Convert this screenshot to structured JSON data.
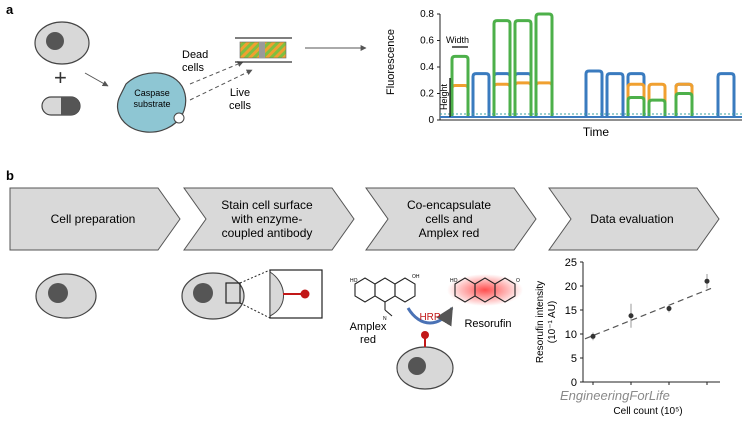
{
  "panel_a": {
    "label": "a",
    "dead_cells": "Dead\ncells",
    "caspase_substrate": "Caspase\nsubstrate",
    "live_cells": "Live\ncells",
    "chart": {
      "ylabel": "Fluorescence",
      "xlabel": "Time",
      "yticks": [
        "0",
        "0.2",
        "0.4",
        "0.6",
        "0.8"
      ],
      "width_label": "Width",
      "height_label": "Height"
    }
  },
  "panel_b": {
    "label": "b",
    "steps": [
      {
        "text": "Cell preparation"
      },
      {
        "text": "Stain cell surface\nwith enzyme-\ncoupled antibody"
      },
      {
        "text": "Co-encapsulate\ncells and\nAmplex red"
      },
      {
        "text": "Data evaluation"
      }
    ],
    "amplex_label": "Amplex\nred",
    "hrp_label": "HRP",
    "resorufin_label": "Resorufin",
    "scatter": {
      "ylabel": "Resorufin intensity\n(10⁻¹ AU)",
      "xlabel": "Cell count (10⁵)",
      "yticks": [
        "0",
        "5",
        "10",
        "15",
        "20",
        "25"
      ]
    }
  },
  "watermark": "EngineeringForLife",
  "chart_data": [
    {
      "type": "line",
      "description": "Droplet fluorescence traces",
      "xlabel": "Time",
      "ylabel": "Fluorescence",
      "ylim": [
        0,
        0.8
      ],
      "series": [
        {
          "name": "",
          "color": "#3a7bbf",
          "values": [
            0.0,
            0.35,
            0.35,
            0.35,
            0.0,
            0.0,
            0.37,
            0.35,
            0.35,
            0.0,
            0.27,
            0.0,
            0.35
          ]
        },
        {
          "name": "",
          "color": "#f0a030",
          "values": [
            0.26,
            0.0,
            0.27,
            0.28,
            0.28,
            0.0,
            0.0,
            0.0,
            0.27,
            0.27,
            0.27,
            0.0,
            0.0
          ]
        },
        {
          "name": "",
          "color": "#4db04a",
          "values": [
            0.48,
            0.0,
            0.75,
            0.75,
            0.8,
            0.0,
            0.0,
            0.0,
            0.17,
            0.15,
            0.2,
            0.0,
            0.0
          ]
        }
      ]
    },
    {
      "type": "scatter",
      "xlabel": "Cell count (10⁵)",
      "ylabel": "Resorufin intensity (10⁻¹ AU)",
      "ylim": [
        0,
        25
      ],
      "x": [
        0.0,
        1.0,
        2.0,
        3.0
      ],
      "y": [
        9.5,
        13.8,
        15.3,
        21.0
      ],
      "errors": [
        0.8,
        2.5,
        0.8,
        1.5
      ],
      "trendline": "dashed linear"
    }
  ]
}
